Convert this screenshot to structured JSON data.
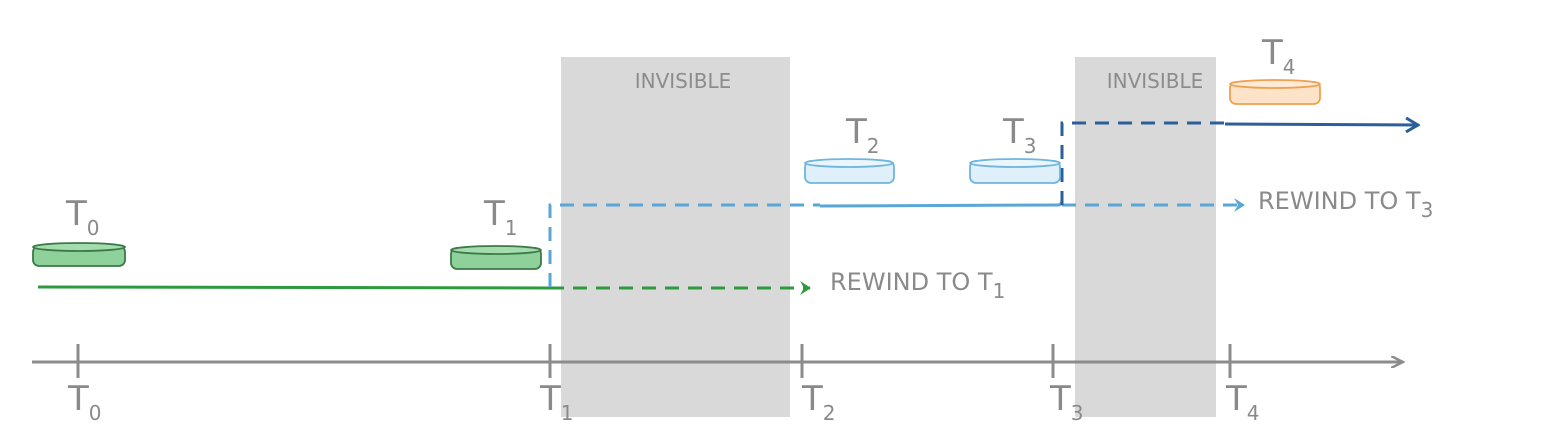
{
  "colors": {
    "invisible_region": "#d9d9d9",
    "axis": "#8c8c8c",
    "green": "#2e9a3e",
    "green_fill": "#8fd19a",
    "light_blue": "#5aa6d6",
    "light_blue_fill": "#dff0fa",
    "dark_blue": "#2a5f9a",
    "orange": "#f0a050",
    "orange_fill": "#fde3c8"
  },
  "regions": [
    {
      "label": "INVISIBLE"
    },
    {
      "label": "INVISIBLE"
    }
  ],
  "axis_ticks": [
    {
      "main": "T",
      "sub": "0"
    },
    {
      "main": "T",
      "sub": "1"
    },
    {
      "main": "T",
      "sub": "2"
    },
    {
      "main": "T",
      "sub": "3"
    },
    {
      "main": "T",
      "sub": "4"
    }
  ],
  "snapshots": [
    {
      "main": "T",
      "sub": "0",
      "color": "green"
    },
    {
      "main": "T",
      "sub": "1",
      "color": "green"
    },
    {
      "main": "T",
      "sub": "2",
      "color": "light_blue"
    },
    {
      "main": "T",
      "sub": "3",
      "color": "light_blue"
    },
    {
      "main": "T",
      "sub": "4",
      "color": "orange"
    }
  ],
  "rewinds": [
    {
      "text": "REWIND TO T",
      "sub": "1"
    },
    {
      "text": "REWIND TO T",
      "sub": "3"
    }
  ]
}
